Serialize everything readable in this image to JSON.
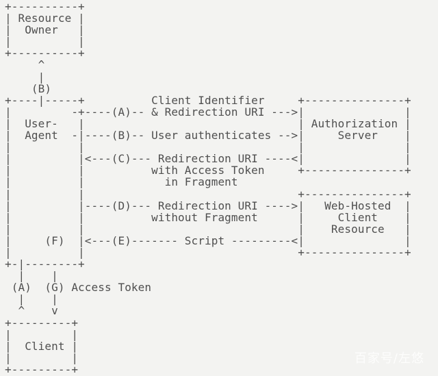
{
  "diagram": {
    "lines": [
      "+----------+",
      "| Resource |",
      "|  Owner   |",
      "|          |",
      "+----------+",
      "     ^",
      "     |",
      "    (B)",
      "+----|-----+          Client Identifier     +---------------+",
      "|         -+----(A)-- & Redirection URI --->|               |",
      "|  User-   |                                | Authorization |",
      "|  Agent  -|----(B)-- User authenticates -->|     Server    |",
      "|          |                                |               |",
      "|          |<---(C)--- Redirection URI ----<|               |",
      "|          |          with Access Token     +---------------+",
      "|          |            in Fragment",
      "|          |                                +---------------+",
      "|          |----(D)--- Redirection URI ---->|   Web-Hosted  |",
      "|          |          without Fragment      |     Client    |",
      "|          |                                |    Resource   |",
      "|     (F)  |<---(E)------- Script ---------<|               |",
      "|          |                                +---------------+",
      "+-|--------+",
      "  |    |",
      " (A)  (G) Access Token",
      "  |    |",
      "  ^    v",
      "+---------+",
      "|         |",
      "|  Client |",
      "|         |",
      "+---------+"
    ],
    "boxes": [
      "Resource Owner",
      "User-Agent",
      "Authorization Server",
      "Web-Hosted Client Resource",
      "Client"
    ],
    "flow_labels": {
      "A": "Client Identifier & Redirection URI",
      "B": "User authenticates",
      "C": "Redirection URI with Access Token in Fragment",
      "D": "Redirection URI without Fragment",
      "E": "Script",
      "G": "Access Token"
    }
  },
  "watermark": {
    "text": "百家号/左悠"
  },
  "colors": {
    "background": "#f3f3f1",
    "diagram_text": "#4f4f4f",
    "watermark_text": "#ffffff"
  }
}
